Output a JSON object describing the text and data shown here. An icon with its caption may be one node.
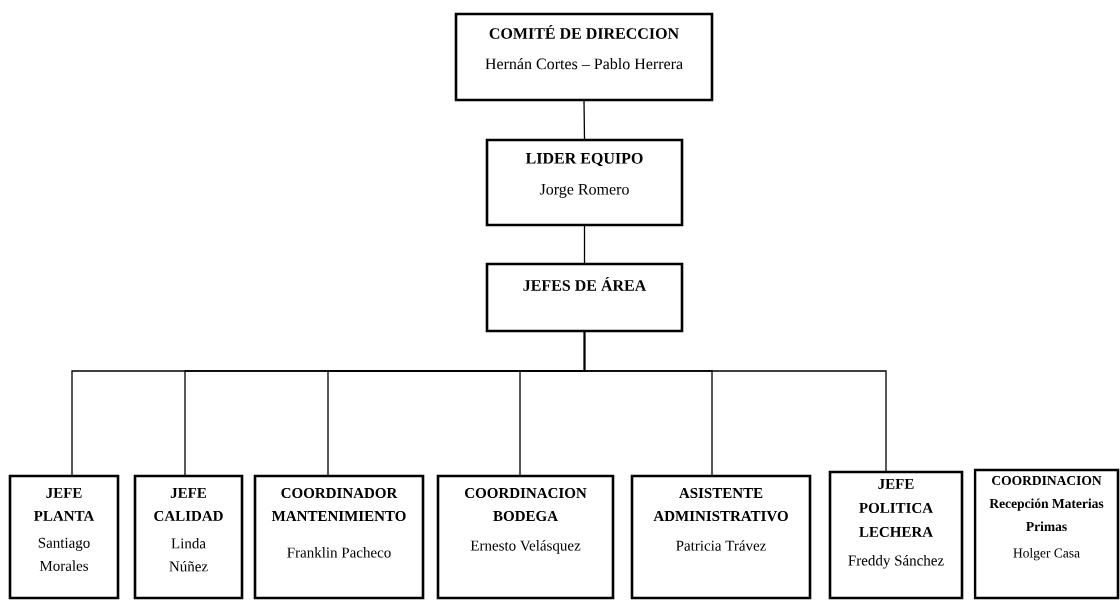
{
  "diagram": {
    "nodes": [
      {
        "text": [
          "COMITÉ DE DIRECCION",
          "Hernán Cortes – Pablo Herrera"
        ]
      },
      {
        "text": [
          "LIDER EQUIPO",
          "Jorge Romero"
        ]
      },
      {
        "text": [
          "JEFES DE ÁREA"
        ]
      },
      {
        "text": [
          "JEFE PLANTA",
          "Santiago Morales"
        ]
      },
      {
        "text": [
          "JEFE CALIDAD",
          "Linda Núñez"
        ]
      },
      {
        "text": [
          "COORDINADOR MANTENIMIENTO",
          "Franklin Pacheco"
        ]
      },
      {
        "text": [
          "COORDINACION BODEGA",
          "Ernesto Velásquez"
        ]
      },
      {
        "text": [
          "ASISTENTE ADMINISTRATIVO",
          "Patricia Trávez"
        ]
      },
      {
        "text": [
          "JEFE POLITICA LECHERA",
          "Freddy Sánchez"
        ]
      },
      {
        "text": [
          "COORDINACION Recepción Materias Primas",
          "Holger Casa"
        ]
      }
    ],
    "edges": [
      {
        "from": 0,
        "to": 1,
        "arrow": "none"
      },
      {
        "from": 1,
        "to": 2,
        "arrow": "none"
      },
      {
        "from": 2,
        "to": 3,
        "arrow": "none"
      },
      {
        "from": 2,
        "to": 4,
        "arrow": "none"
      },
      {
        "from": 2,
        "to": 5,
        "arrow": "none"
      },
      {
        "from": 2,
        "to": 6,
        "arrow": "none"
      },
      {
        "from": 2,
        "to": 7,
        "arrow": "none"
      },
      {
        "from": 2,
        "to": 8,
        "arrow": "none"
      }
    ]
  }
}
